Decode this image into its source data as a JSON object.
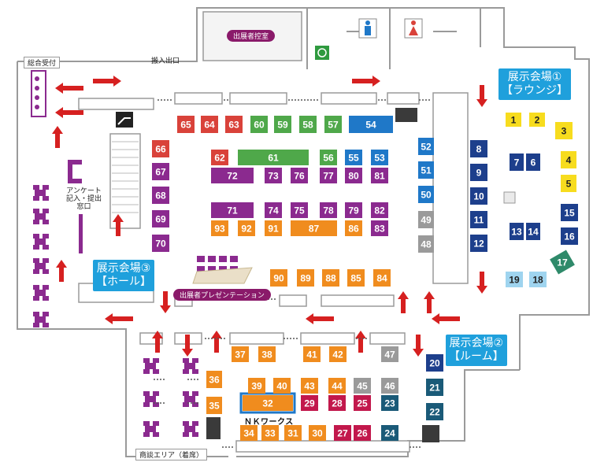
{
  "labels": {
    "reception": "総合受付",
    "load_entrance": "搬入出口",
    "exhibitor_waiting_room": "出展者控室",
    "survey_desk_line1": "アンケート",
    "survey_desk_line2": "記入・提出",
    "survey_desk_line3": "窓口",
    "presentation": "出展者プレゼンテーション",
    "sales_area": "商談エリア（着席）",
    "nk_works": "ＮＫワークス"
  },
  "venues": {
    "lounge_line1": "展示会場①",
    "lounge_line2": "【ラウンジ】",
    "room_line1": "展示会場②",
    "room_line2": "【ルーム】",
    "hall_line1": "展示会場③",
    "hall_line2": "【ホール】"
  },
  "colors": {
    "red": "#d9423a",
    "green": "#4fa84a",
    "blue": "#1f78c8",
    "purple": "#8b2a8f",
    "orange": "#f08c1e",
    "yellow": "#f7dc1e",
    "gray": "#9a9a9a",
    "navy": "#1d3f8c",
    "teal": "#1a5a78",
    "crimson": "#c2184c",
    "ltblue": "#9fd4ef",
    "darkgreen": "#2f8a6a",
    "accent_label": "#1fa0dc",
    "pill": "#8a1a6a",
    "arrow": "#d62020"
  },
  "booths": [
    {
      "n": "65",
      "c": "red"
    },
    {
      "n": "64",
      "c": "red"
    },
    {
      "n": "63",
      "c": "red"
    },
    {
      "n": "60",
      "c": "green"
    },
    {
      "n": "59",
      "c": "green"
    },
    {
      "n": "58",
      "c": "green"
    },
    {
      "n": "57",
      "c": "green"
    },
    {
      "n": "54",
      "c": "blue"
    },
    {
      "n": "66",
      "c": "red"
    },
    {
      "n": "67",
      "c": "purple"
    },
    {
      "n": "68",
      "c": "purple"
    },
    {
      "n": "69",
      "c": "purple"
    },
    {
      "n": "70",
      "c": "purple"
    },
    {
      "n": "62",
      "c": "red"
    },
    {
      "n": "61",
      "c": "green"
    },
    {
      "n": "56",
      "c": "green"
    },
    {
      "n": "55",
      "c": "blue"
    },
    {
      "n": "53",
      "c": "blue"
    },
    {
      "n": "72",
      "c": "purple"
    },
    {
      "n": "73",
      "c": "purple"
    },
    {
      "n": "76",
      "c": "purple"
    },
    {
      "n": "77",
      "c": "purple"
    },
    {
      "n": "80",
      "c": "purple"
    },
    {
      "n": "81",
      "c": "purple"
    },
    {
      "n": "71",
      "c": "purple"
    },
    {
      "n": "74",
      "c": "purple"
    },
    {
      "n": "75",
      "c": "purple"
    },
    {
      "n": "78",
      "c": "purple"
    },
    {
      "n": "79",
      "c": "purple"
    },
    {
      "n": "82",
      "c": "purple"
    },
    {
      "n": "93",
      "c": "orange"
    },
    {
      "n": "92",
      "c": "orange"
    },
    {
      "n": "91",
      "c": "orange"
    },
    {
      "n": "87",
      "c": "orange"
    },
    {
      "n": "86",
      "c": "orange"
    },
    {
      "n": "83",
      "c": "purple"
    },
    {
      "n": "52",
      "c": "blue"
    },
    {
      "n": "51",
      "c": "blue"
    },
    {
      "n": "50",
      "c": "blue"
    },
    {
      "n": "49",
      "c": "gray"
    },
    {
      "n": "48",
      "c": "gray"
    },
    {
      "n": "90",
      "c": "orange"
    },
    {
      "n": "89",
      "c": "orange"
    },
    {
      "n": "88",
      "c": "orange"
    },
    {
      "n": "85",
      "c": "orange"
    },
    {
      "n": "84",
      "c": "orange"
    },
    {
      "n": "8",
      "c": "navy"
    },
    {
      "n": "9",
      "c": "navy"
    },
    {
      "n": "10",
      "c": "navy"
    },
    {
      "n": "11",
      "c": "navy"
    },
    {
      "n": "12",
      "c": "navy"
    },
    {
      "n": "1",
      "c": "yellow"
    },
    {
      "n": "2",
      "c": "yellow"
    },
    {
      "n": "3",
      "c": "yellow"
    },
    {
      "n": "4",
      "c": "yellow"
    },
    {
      "n": "5",
      "c": "yellow"
    },
    {
      "n": "7",
      "c": "navy"
    },
    {
      "n": "6",
      "c": "navy"
    },
    {
      "n": "13",
      "c": "navy"
    },
    {
      "n": "14",
      "c": "navy"
    },
    {
      "n": "15",
      "c": "navy"
    },
    {
      "n": "16",
      "c": "navy"
    },
    {
      "n": "17",
      "c": "darkgreen"
    },
    {
      "n": "19",
      "c": "ltblue"
    },
    {
      "n": "18",
      "c": "ltblue"
    },
    {
      "n": "37",
      "c": "orange"
    },
    {
      "n": "38",
      "c": "orange"
    },
    {
      "n": "41",
      "c": "orange"
    },
    {
      "n": "42",
      "c": "orange"
    },
    {
      "n": "47",
      "c": "gray"
    },
    {
      "n": "36",
      "c": "orange"
    },
    {
      "n": "35",
      "c": "orange"
    },
    {
      "n": "39",
      "c": "orange"
    },
    {
      "n": "40",
      "c": "orange"
    },
    {
      "n": "43",
      "c": "orange"
    },
    {
      "n": "44",
      "c": "orange"
    },
    {
      "n": "45",
      "c": "gray"
    },
    {
      "n": "46",
      "c": "gray"
    },
    {
      "n": "32",
      "c": "orange"
    },
    {
      "n": "29",
      "c": "crimson"
    },
    {
      "n": "28",
      "c": "crimson"
    },
    {
      "n": "25",
      "c": "crimson"
    },
    {
      "n": "23",
      "c": "teal"
    },
    {
      "n": "34",
      "c": "orange"
    },
    {
      "n": "33",
      "c": "orange"
    },
    {
      "n": "31",
      "c": "orange"
    },
    {
      "n": "30",
      "c": "orange"
    },
    {
      "n": "27",
      "c": "crimson"
    },
    {
      "n": "26",
      "c": "crimson"
    },
    {
      "n": "24",
      "c": "teal"
    },
    {
      "n": "20",
      "c": "navy"
    },
    {
      "n": "21",
      "c": "teal"
    },
    {
      "n": "22",
      "c": "teal"
    }
  ]
}
